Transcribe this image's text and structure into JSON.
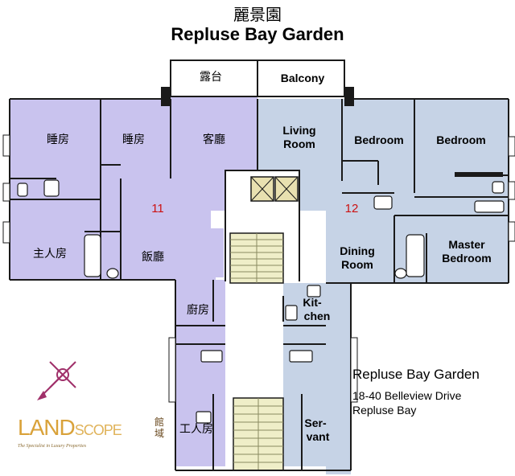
{
  "title_zh": "麗景園",
  "title_en": "Repluse Bay Garden",
  "address": {
    "name": "Repluse Bay Garden",
    "street": "18-40 Belleview Drive",
    "district": "Repluse Bay"
  },
  "units": {
    "left": "11",
    "right": "12"
  },
  "rooms": {
    "balcony_zh": "露台",
    "balcony_en": "Balcony",
    "bedroom_zh": "睡房",
    "living_zh": "客廳",
    "master_zh": "主人房",
    "dining_zh": "飯廳",
    "kitchen_zh": "廚房",
    "servant_zh": "工人房",
    "living_en_1": "Living",
    "living_en_2": "Room",
    "bedroom_en": "Bedroom",
    "dining_en_1": "Dining",
    "dining_en_2": "Room",
    "master_en_1": "Master",
    "master_en_2": "Bedroom",
    "kitchen_en_1": "Kit-",
    "kitchen_en_2": "chen",
    "servant_en_1": "Ser-",
    "servant_en_2": "vant"
  },
  "logo": {
    "brand_main": "LAND",
    "brand_sub": "SCOPE",
    "brand_zh_1": "館",
    "brand_zh_2": "域",
    "tagline": "The Specialist in Luxury Properties"
  },
  "colors": {
    "unit_left": "#c9c3ee",
    "unit_right": "#c6d3e6",
    "wall": "#1a1a1a",
    "unit_number": "#cc1111",
    "compass": "#a0306a"
  }
}
